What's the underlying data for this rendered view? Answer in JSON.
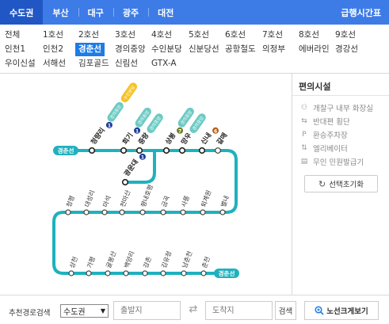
{
  "regions": [
    {
      "label": "수도권",
      "active": true
    },
    {
      "label": "부산",
      "active": false
    },
    {
      "label": "대구",
      "active": false
    },
    {
      "label": "광주",
      "active": false
    },
    {
      "label": "대전",
      "active": false
    }
  ],
  "express_link": "급행시간표",
  "lines": [
    "전체",
    "1호선",
    "2호선",
    "3호선",
    "4호선",
    "5호선",
    "6호선",
    "7호선",
    "8호선",
    "9호선",
    "인천1",
    "인천2",
    "경춘선",
    "경의중앙",
    "수인분당",
    "신분당선",
    "공항철도",
    "의정부",
    "에버라인",
    "경강선",
    "우이신설",
    "서해선",
    "김포골드",
    "신림선",
    "GTX-A"
  ],
  "active_line": "경춘선",
  "facilities": {
    "title": "편의시설",
    "items": [
      {
        "label": "개찰구 내부 화장실",
        "icon": "restroom-icon"
      },
      {
        "label": "반대편 횡단",
        "icon": "cross-platform-icon"
      },
      {
        "label": "환승주차장",
        "icon": "parking-icon"
      },
      {
        "label": "엘리베이터",
        "icon": "elevator-icon"
      },
      {
        "label": "무인 민원발급기",
        "icon": "kiosk-icon"
      }
    ],
    "reset_label": "선택초기화"
  },
  "search": {
    "label": "추천경로검색",
    "region_value": "수도권",
    "from_placeholder": "출발지",
    "to_placeholder": "도착지",
    "search_button": "검색",
    "zoom_button": "노선크게보기"
  },
  "map": {
    "line_label_start": "경춘선",
    "line_label_end": "경춘선",
    "line_color": "#1fb1be",
    "top_stations": [
      {
        "name": "청량리",
        "transfers": [
          {
            "t": "1",
            "c": "#1e3d9c"
          },
          {
            "t": "경의중앙",
            "c": "#6ccbc3"
          },
          {
            "t": "수인분당",
            "c": "#f5c326"
          }
        ]
      },
      {
        "name": "회기",
        "transfers": [
          {
            "t": "1",
            "c": "#1e3d9c"
          },
          {
            "t": "경의중앙",
            "c": "#6ccbc3"
          }
        ]
      },
      {
        "name": "중랑",
        "transfers": [
          {
            "t": "경의중앙",
            "c": "#6ccbc3"
          }
        ]
      },
      {
        "name": "상봉",
        "transfers": [
          {
            "t": "7",
            "c": "#6e7c24"
          },
          {
            "t": "경의중앙",
            "c": "#6ccbc3"
          }
        ]
      },
      {
        "name": "망우",
        "transfers": [
          {
            "t": "경의중앙",
            "c": "#6ccbc3"
          }
        ]
      },
      {
        "name": "신내",
        "transfers": [
          {
            "t": "6",
            "c": "#b5601d"
          }
        ]
      },
      {
        "name": "갈매",
        "transfers": []
      }
    ],
    "branch_station": {
      "name": "광운대",
      "transfers": [
        {
          "t": "1",
          "c": "#1e3d9c"
        }
      ]
    },
    "mid_stations": [
      "청평",
      "대성리",
      "마석",
      "천마산",
      "평내호평",
      "금곡",
      "사릉",
      "퇴계원",
      "별내"
    ],
    "bottom_stations": [
      "상천",
      "가평",
      "굴봉산",
      "백양리",
      "강촌",
      "김유정",
      "남춘천",
      "춘천"
    ]
  }
}
